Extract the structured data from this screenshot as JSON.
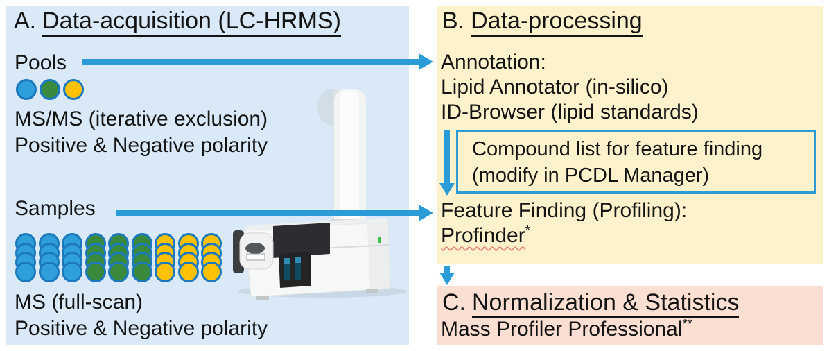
{
  "colors": {
    "page_bg": "#ffffff",
    "panel_a_bg": "#d9e9f7",
    "panel_b_bg": "#fdf2cc",
    "panel_c_bg": "#fbdfd2",
    "arrow_blue": "#2b9cd8",
    "box_border": "#2b9cd8",
    "circle_outline": "#1c79bd",
    "circle_blue": "#2e9fd8",
    "circle_green": "#3a8a3d",
    "circle_yellow": "#ffc103",
    "text": "#141414",
    "squiggle_red": "#e98c80"
  },
  "panel_a": {
    "letter": "A.",
    "title": "Data-acquisition (LC-HRMS)",
    "pools": {
      "label": "Pools",
      "dot_colors": [
        "blue",
        "green",
        "yellow"
      ],
      "line1": "MS/MS (iterative exclusion)",
      "line2": "Positive & Negative polarity"
    },
    "samples": {
      "label": "Samples",
      "column_colors": [
        "blue",
        "blue",
        "blue",
        "green",
        "green",
        "green",
        "yellow",
        "yellow",
        "yellow"
      ],
      "circles_per_column": 4,
      "line1": "MS (full-scan)",
      "line2": "Positive & Negative polarity"
    }
  },
  "panel_b": {
    "letter": "B.",
    "title": "Data-processing",
    "annotation_heading": "Annotation:",
    "annotation_tools": [
      "Lipid Annotator (in-silico)",
      "ID-Browser (lipid standards)"
    ],
    "compound_box": {
      "line1": "Compound list for feature finding",
      "line2": "(modify in PCDL Manager)"
    },
    "feature_heading": "Feature Finding (Profiling):",
    "feature_tool": "Profinder",
    "feature_tool_note": "*"
  },
  "panel_c": {
    "letter": "C.",
    "title": "Normalization & Statistics",
    "tool": "Mass Profiler Professional",
    "tool_note": "**"
  }
}
